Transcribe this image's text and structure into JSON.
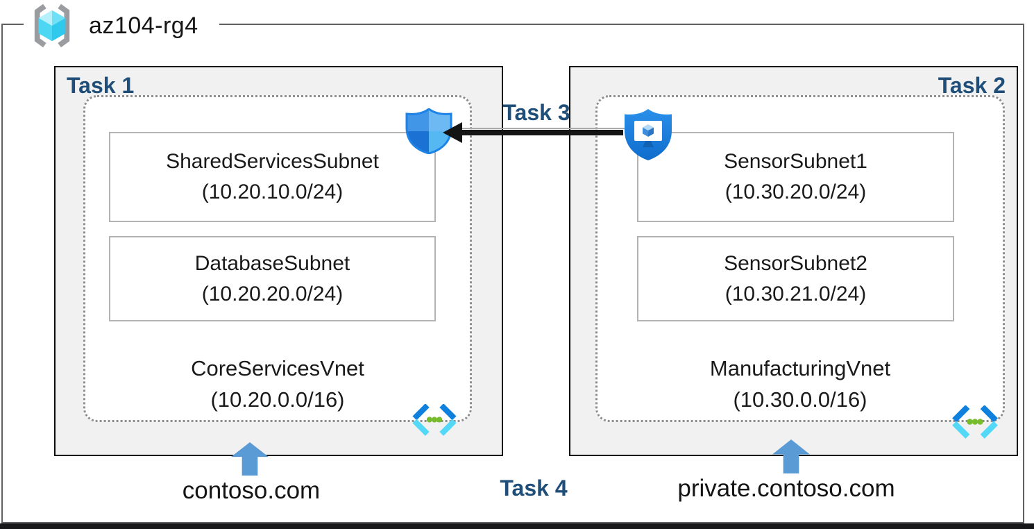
{
  "resource_group": {
    "name": "az104-rg4"
  },
  "labels": {
    "task1": "Task 1",
    "task2": "Task 2",
    "task3": "Task 3",
    "task4": "Task 4"
  },
  "vnet_left": {
    "name": "CoreServicesVnet",
    "cidr": "(10.20.0.0/16)",
    "dns": "contoso.com",
    "subnet1": {
      "name": "SharedServicesSubnet",
      "cidr": "(10.20.10.0/24)"
    },
    "subnet2": {
      "name": "DatabaseSubnet",
      "cidr": "(10.20.20.0/24)"
    }
  },
  "vnet_right": {
    "name": "ManufacturingVnet",
    "cidr": "(10.30.0.0/16)",
    "dns": "private.contoso.com",
    "subnet1": {
      "name": "SensorSubnet1",
      "cidr": "(10.30.20.0/24)"
    },
    "subnet2": {
      "name": "SensorSubnet2",
      "cidr": "(10.30.21.0/24)"
    }
  },
  "icons": {
    "resource_group": "resource-group-icon",
    "nsg": "network-security-group-shield-icon",
    "bastion": "bastion-shield-icon",
    "vnet": "virtual-network-icon",
    "peering_arrow": "peering-arrow-left-icon",
    "dns_arrow": "dns-up-arrow-icon"
  },
  "colors": {
    "task_label": "#1F4E79",
    "box_fill": "#F1F1F1",
    "frame_border": "#5F6062",
    "arrow_blue": "#5B9BD5",
    "arrow_black": "#141414",
    "dashed_border": "#8E8E8E"
  }
}
